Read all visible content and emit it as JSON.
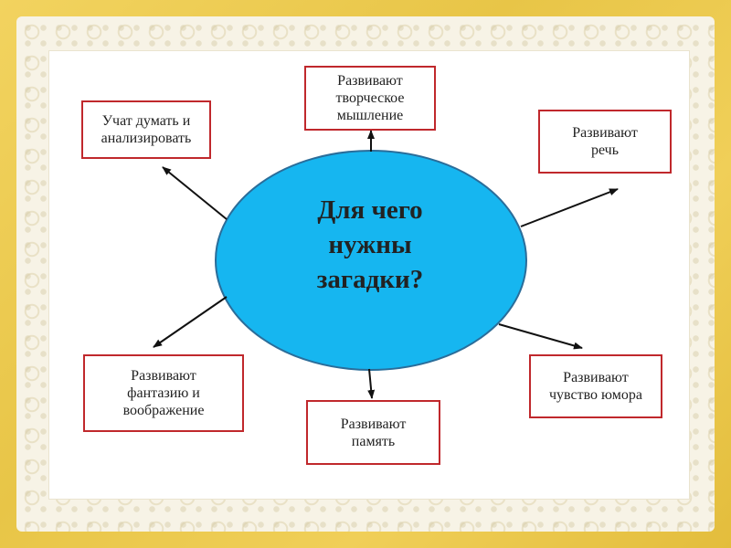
{
  "diagram": {
    "center_text": "Для чего\nнужны\nзагадки?",
    "boxes": {
      "top": "Развивают\nтворческое\nмышление",
      "top_left": "Учат думать и\nанализировать",
      "top_right": "Развивают\nречь",
      "bottom_left": "Развивают\nфантазию и\nвоображение",
      "bottom": "Развивают\nпамять",
      "bottom_right": "Развивают\nчувство юмора"
    },
    "colors": {
      "ellipse_fill": "#16b6f0",
      "ellipse_stroke": "#2a6d9a",
      "box_border": "#c0282c",
      "frame_gold": "#e8c547"
    }
  }
}
